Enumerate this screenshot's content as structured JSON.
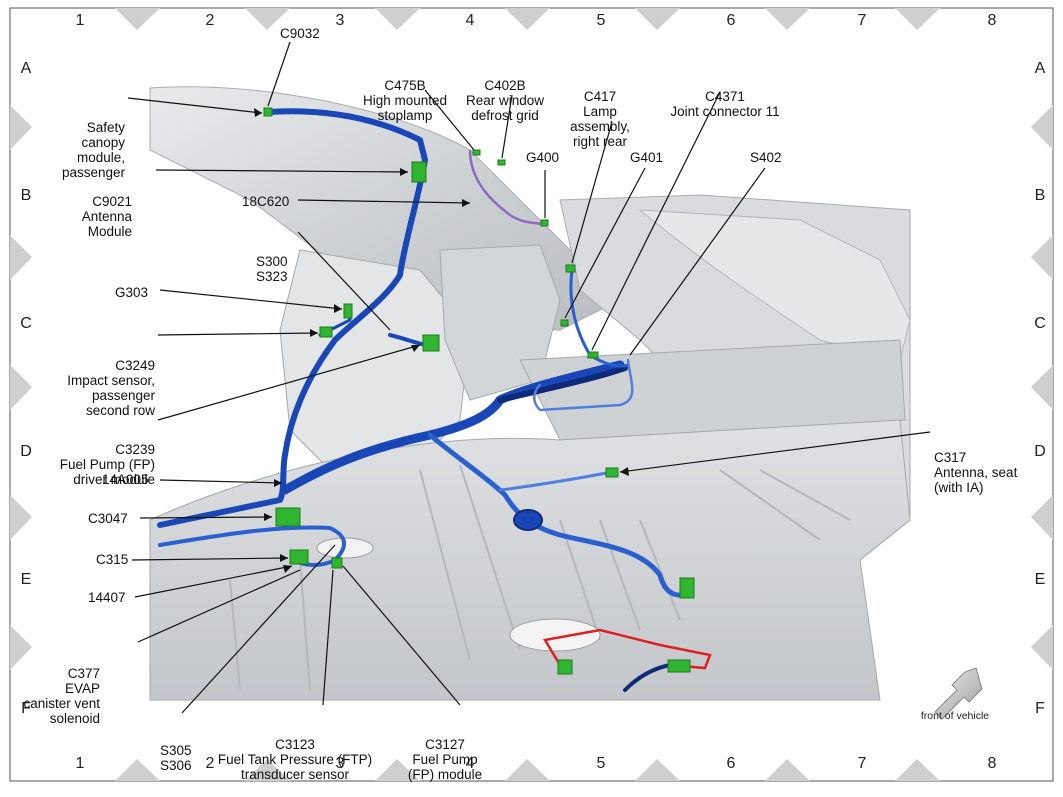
{
  "grid": {
    "columns": [
      "1",
      "2",
      "3",
      "4",
      "5",
      "6",
      "7",
      "8"
    ],
    "rows": [
      "A",
      "B",
      "C",
      "D",
      "E",
      "F"
    ]
  },
  "labels": {
    "c9032": "C9032",
    "c475b": [
      "C475B",
      "High mounted",
      "stoplamp"
    ],
    "c402b": [
      "C402B",
      "Rear window",
      "defrost grid"
    ],
    "c417": [
      "C417",
      "Lamp",
      "assembly,",
      "right rear"
    ],
    "c4371": [
      "C4371",
      "Joint connector 11"
    ],
    "safety": [
      "Safety",
      "canopy",
      "module,",
      "passenger"
    ],
    "c9021": [
      "C9021",
      "Antenna",
      "Module"
    ],
    "g400": "G400",
    "g401": "G401",
    "s402": "S402",
    "c18c620": "18C620",
    "s300": [
      "S300",
      "S323"
    ],
    "g303": "G303",
    "c3249": [
      "C3249",
      "Impact sensor,",
      "passenger",
      "second row"
    ],
    "c3239": [
      "C3239",
      "Fuel Pump (FP)",
      "driver module"
    ],
    "c317": [
      "C317",
      "Antenna, seat",
      "(with IA)"
    ],
    "c14a005": "14A005",
    "c3047": "C3047",
    "c315": "C315",
    "c14407": "14407",
    "c377": [
      "C377",
      "EVAP",
      "canister vent",
      "solenoid"
    ],
    "s305": [
      "S305",
      "S306"
    ],
    "c3123": [
      "C3123",
      "Fuel Tank Pressure (FTP)",
      "transducer sensor"
    ],
    "c3127": [
      "C3127",
      "Fuel Pump",
      "(FP) module"
    ],
    "front_of_vehicle": "front of vehicle"
  },
  "colors": {
    "harness": "#1a47b8",
    "harness_dark": "#0e2a78",
    "harness_light": "#4f7fe0",
    "connector": "#2fb52f",
    "purple_wire": "#8e6bc2",
    "red_wire": "#e02020",
    "body_panel": "#d6d8db",
    "body_shadow": "#aeb1b5",
    "diamond": "#cfcfcf"
  }
}
